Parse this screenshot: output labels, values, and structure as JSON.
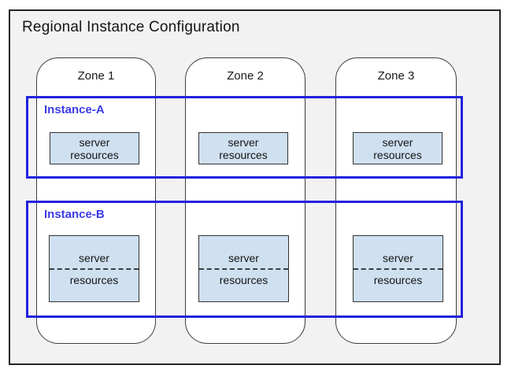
{
  "diagram": {
    "title": "Regional Instance Configuration",
    "zones": [
      {
        "label": "Zone 1"
      },
      {
        "label": "Zone 2"
      },
      {
        "label": "Zone 3"
      }
    ],
    "instances": [
      {
        "label": "Instance-A",
        "server_box": {
          "line1": "server",
          "line2": "resources"
        }
      },
      {
        "label": "Instance-B",
        "server_box": {
          "line1": "server",
          "line2": "resources"
        }
      }
    ],
    "colors": {
      "region_fill": "#f2f2f2",
      "region_border": "#262626",
      "zone_fill": "#ffffff",
      "zone_border": "#3d3d3d",
      "instance_border": "#2222dd",
      "instance_label_text": "#3b3be8",
      "server_box_fill": "#cfe0f1",
      "server_box_border": "#333333",
      "text": "#141414"
    }
  }
}
